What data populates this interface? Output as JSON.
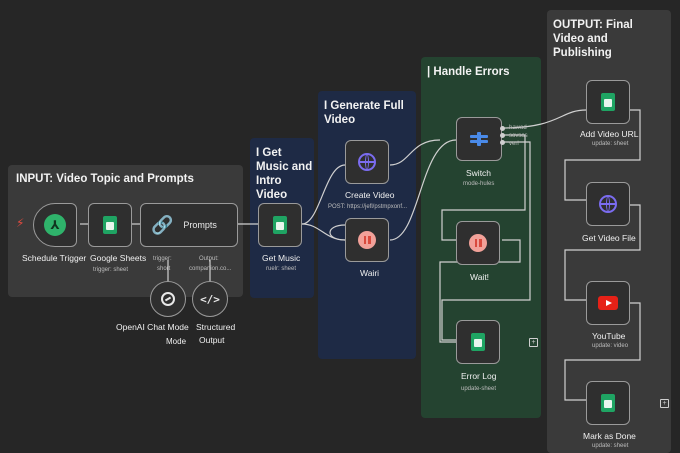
{
  "groups": {
    "input": "INPUT: Video Topic and Prompts",
    "music": "I Get Music and Intro Video",
    "generate": "I Generate Full Video",
    "errors": "| Handle Errors",
    "output": "OUTPUT: Final Video and Publishing"
  },
  "nodes": {
    "schedule": {
      "label": "Schedule Trigger",
      "icon": "schedule-trigger-icon"
    },
    "sheets": {
      "label": "Google Sheets",
      "sub": "trigger: sheet",
      "icon": "google-sheets-icon"
    },
    "prompts": {
      "label": "Prompts",
      "left_port": "trigger:",
      "left_port_val": "short",
      "right_port": "Output:",
      "right_port_val": "companion.co...",
      "icon": "link-icon"
    },
    "openai": {
      "label": "OpenAI Chat Mode",
      "label2": "Mode",
      "icon": "openai-icon"
    },
    "structured": {
      "label": "Structured",
      "label2": "Output",
      "icon": "code-icon"
    },
    "get_music": {
      "label": "Get Music",
      "sub": "ruelr: sheet"
    },
    "create_video": {
      "label": "Create Video",
      "sub": "POST: https://jefl/pstmpxonf..."
    },
    "wait1": {
      "label": "Wairi"
    },
    "switch": {
      "label": "Switch",
      "sub": "mode-hules",
      "out1": "hawad",
      "out2": "sovsas",
      "out3": "verl"
    },
    "wait2": {
      "label": "Wait!"
    },
    "error_log": {
      "label": "Error Log",
      "sub": "update-sheet"
    },
    "add_url": {
      "label": "Add Video URL",
      "sub": "update: sheet"
    },
    "get_file": {
      "label": "Get Video File"
    },
    "youtube": {
      "label": "YouTube",
      "sub": "update: video"
    },
    "mark_done": {
      "label": "Mark as Done",
      "sub": "update: sheet"
    }
  },
  "colors": {
    "canvas": "#262626",
    "input_group": "#3a3a3a",
    "music_group": "#1e2a45",
    "generate_group": "#1e2a45",
    "errors_group": "#244330",
    "output_group": "#3a3a3a",
    "wire": "#d0d0d0",
    "trigger_bolt": "#e04a3f"
  }
}
